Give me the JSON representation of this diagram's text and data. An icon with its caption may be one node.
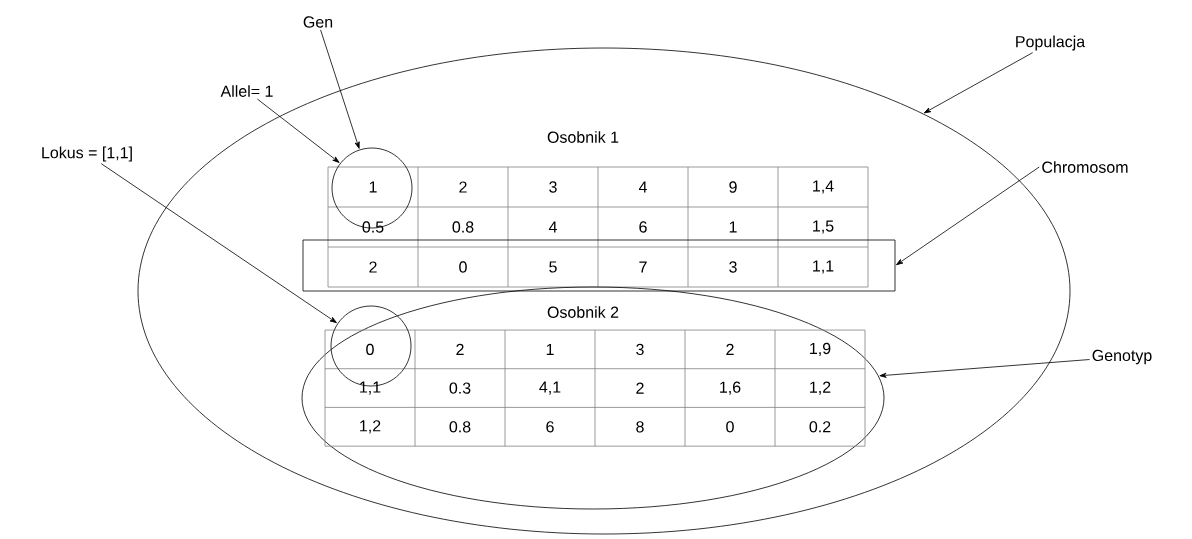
{
  "diagram": {
    "nodes": [
      {
        "text": [
          "Gen"
        ]
      },
      {
        "text": [
          "Allel= 1"
        ]
      },
      {
        "text": [
          "Lokus = [1,1]"
        ]
      },
      {
        "text": [
          "Populacja"
        ]
      },
      {
        "text": [
          "Chromosom"
        ]
      },
      {
        "text": [
          "Genotyp"
        ]
      },
      {
        "text": [],
        "shape": "ellipse"
      },
      {
        "text": [
          "Osobnik 1"
        ],
        "in": 6
      },
      {
        "text": [],
        "shape": "box",
        "in": 6
      },
      {
        "text": [],
        "shape": "circle",
        "in": 6
      },
      {
        "text": [],
        "shape": "ellipse",
        "in": 6
      },
      {
        "text": [
          "Osobnik 2"
        ],
        "in": 10
      },
      {
        "text": [],
        "shape": "circle",
        "in": 10
      }
    ],
    "edges": [
      {
        "from": 0,
        "to": 9,
        "arrow": "to"
      },
      {
        "from": 1,
        "to": 9,
        "arrow": "to"
      },
      {
        "from": 2,
        "to": 12,
        "arrow": "to"
      },
      {
        "from": 3,
        "to": 6,
        "arrow": "to"
      },
      {
        "from": 4,
        "to": 8,
        "arrow": "to"
      },
      {
        "from": 5,
        "to": 10,
        "arrow": "to"
      }
    ],
    "labels": [
      "1",
      "2",
      "3",
      "4",
      "9",
      "1,4",
      "0.5",
      "0.8",
      "4",
      "6",
      "1",
      "1,5",
      "2",
      "0",
      "5",
      "7",
      "3",
      "1,1",
      "0",
      "2",
      "1",
      "3",
      "2",
      "1,9",
      "1,1",
      "0.3",
      "4,1",
      "2",
      "1,6",
      "1,2",
      "1,2",
      "0.8",
      "6",
      "8",
      "0",
      "0.2"
    ]
  }
}
